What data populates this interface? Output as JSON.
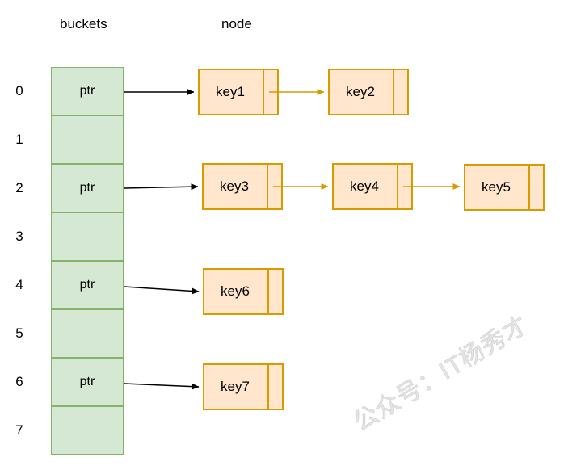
{
  "headers": {
    "buckets_label": "buckets",
    "node_label": "node"
  },
  "buckets": {
    "cells": [
      {
        "index": "0",
        "value": "ptr"
      },
      {
        "index": "1",
        "value": ""
      },
      {
        "index": "2",
        "value": "ptr"
      },
      {
        "index": "3",
        "value": ""
      },
      {
        "index": "4",
        "value": "ptr"
      },
      {
        "index": "5",
        "value": ""
      },
      {
        "index": "6",
        "value": "ptr"
      },
      {
        "index": "7",
        "value": ""
      }
    ]
  },
  "nodes": [
    {
      "label": "key1"
    },
    {
      "label": "key2"
    },
    {
      "label": "key3"
    },
    {
      "label": "key4"
    },
    {
      "label": "key5"
    },
    {
      "label": "key6"
    },
    {
      "label": "key7"
    }
  ],
  "links": {
    "bucket_to_node": [
      {
        "from": "bucket-0",
        "to": "key1"
      },
      {
        "from": "bucket-2",
        "to": "key3"
      },
      {
        "from": "bucket-4",
        "to": "key6"
      },
      {
        "from": "bucket-6",
        "to": "key7"
      }
    ],
    "node_to_node": [
      {
        "from": "key1",
        "to": "key2"
      },
      {
        "from": "key3",
        "to": "key4"
      },
      {
        "from": "key4",
        "to": "key5"
      }
    ]
  },
  "watermark": {
    "text": "公众号：IT杨秀才"
  },
  "colors": {
    "bucket_fill": "#d5e8d4",
    "bucket_border": "#82b366",
    "node_fill": "#ffe6cc",
    "node_border": "#d79b00",
    "node_link_arrow": "#d79b00",
    "bucket_link_arrow": "#000000",
    "watermark_text": "#d6d6d6"
  }
}
